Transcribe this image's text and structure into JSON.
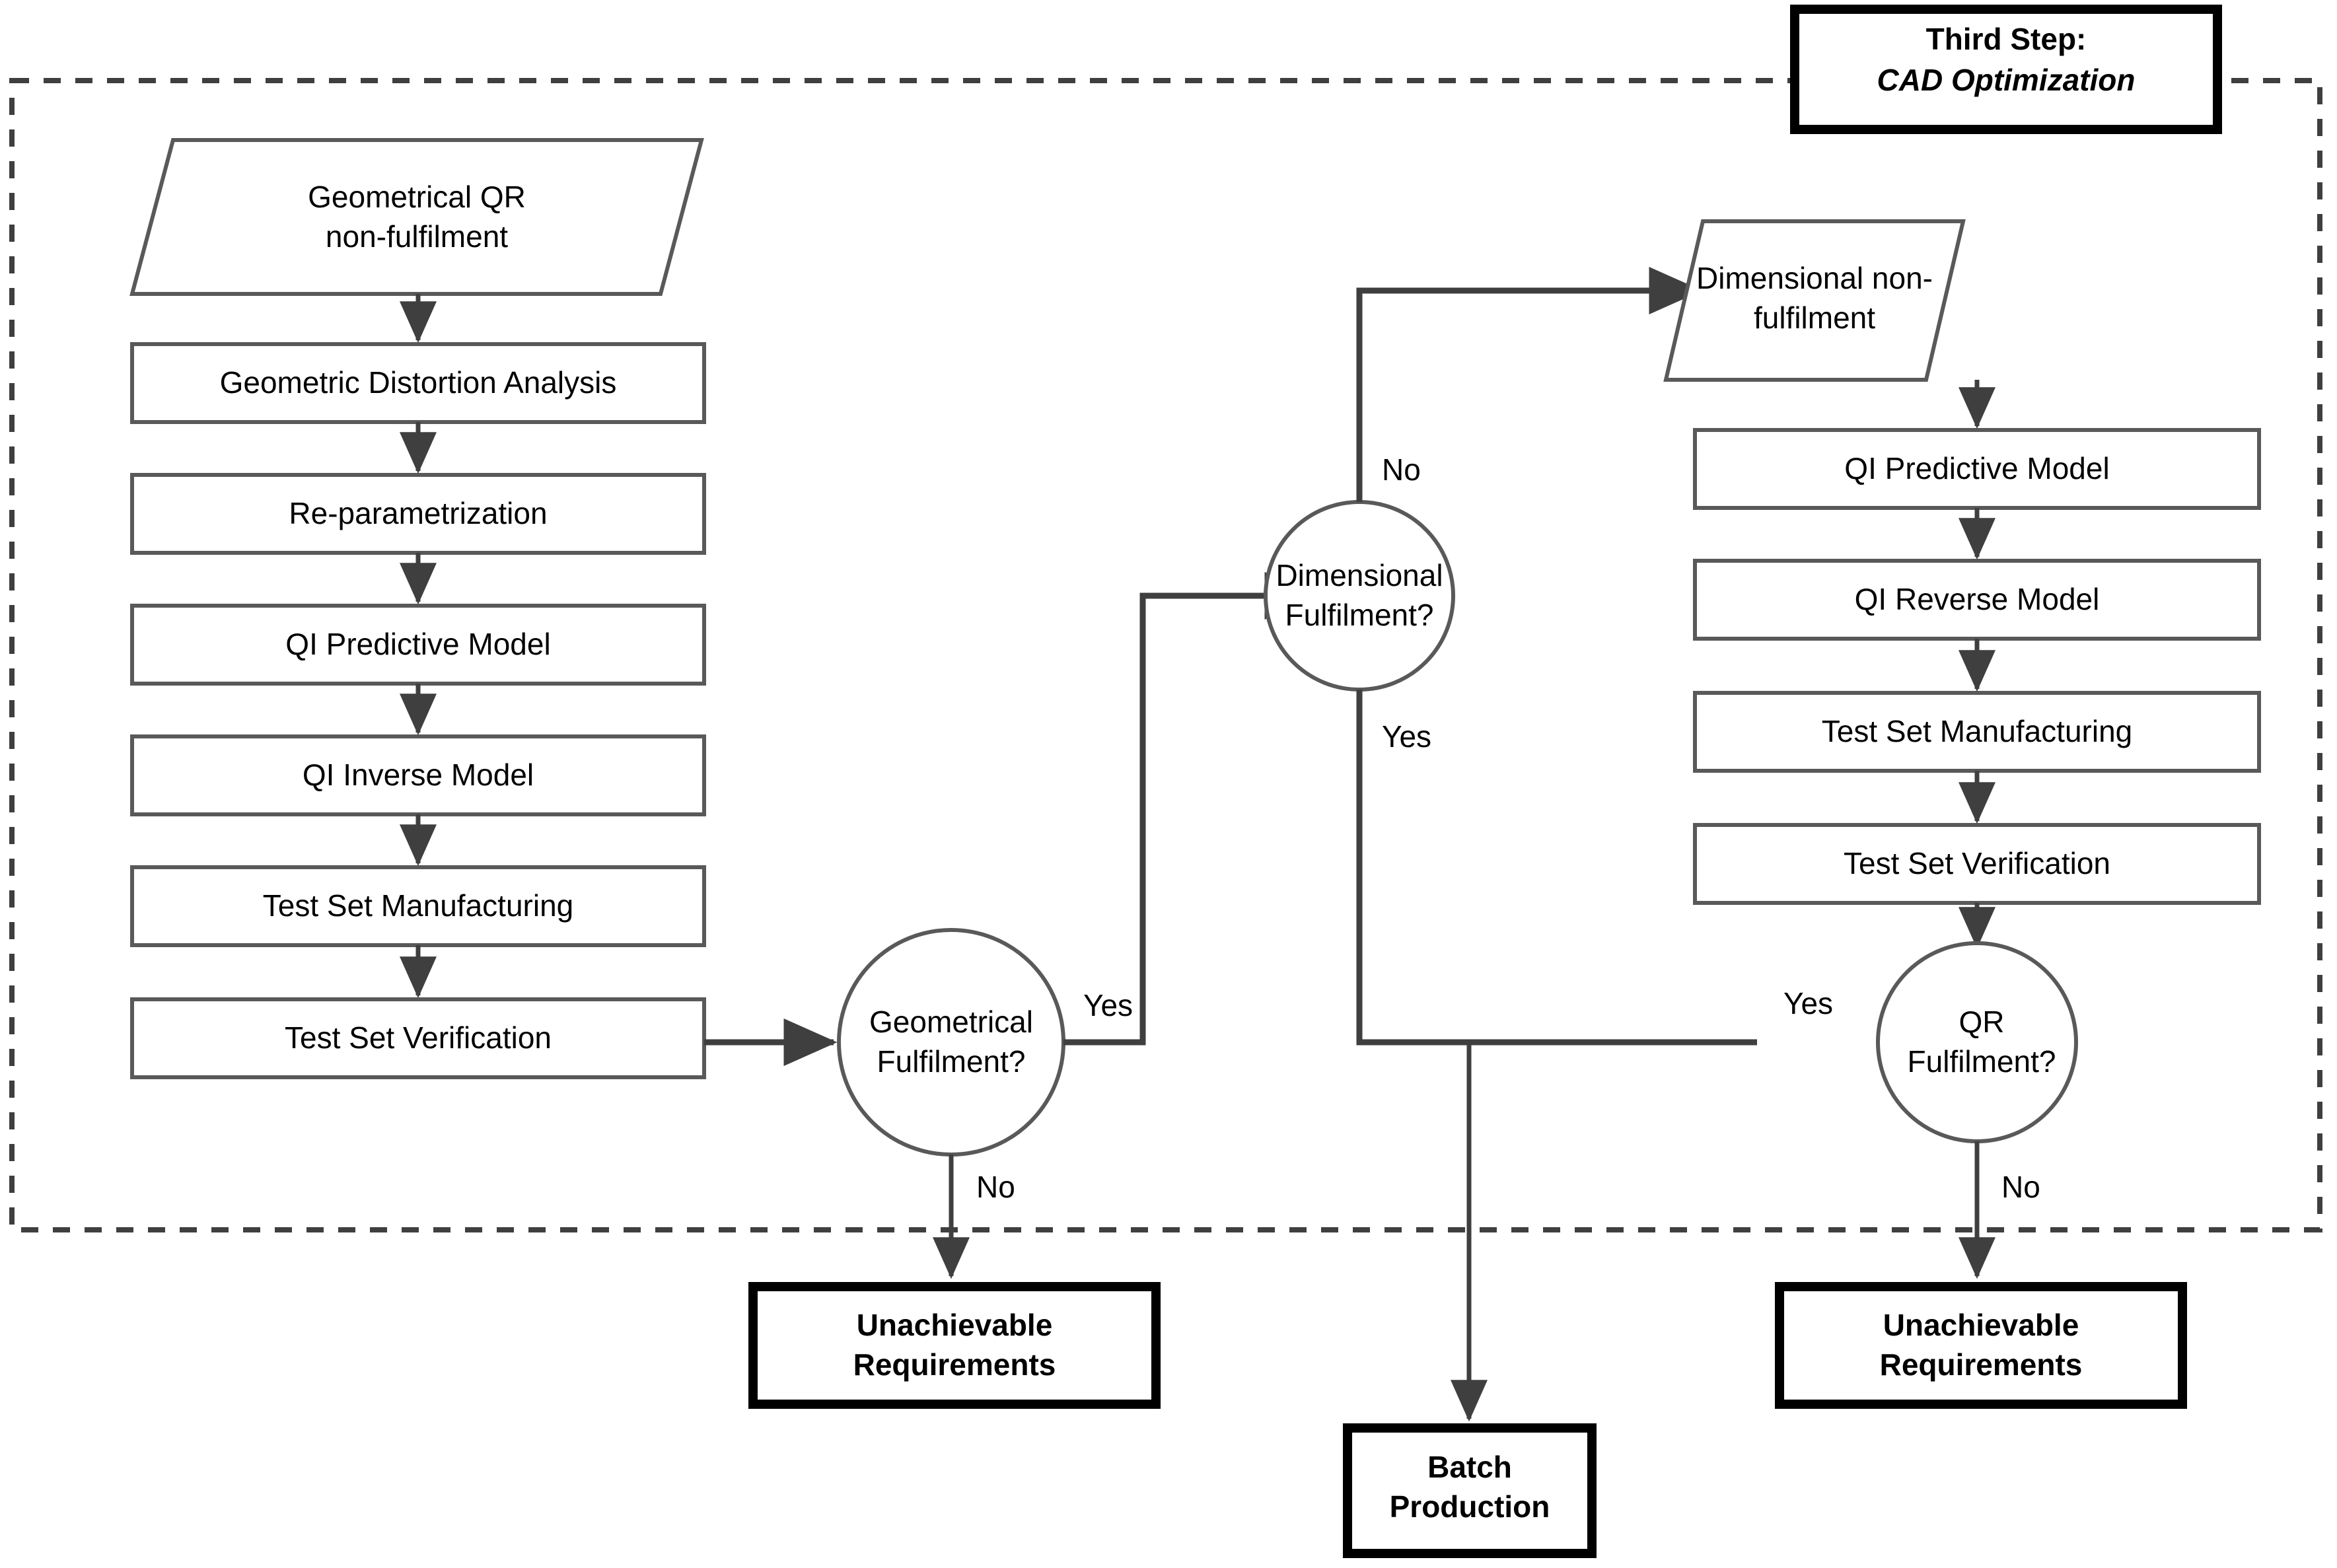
{
  "diagram": {
    "title_box": {
      "line1": "Third Step:",
      "line2": "CAD Optimization"
    },
    "left_branch": {
      "start": "Geometrical QR\nnon-fulfilment",
      "steps": [
        "Geometric Distortion Analysis",
        "Re-parametrization",
        "QI Predictive Model",
        "QI Inverse Model",
        "Test Set Manufacturing",
        "Test Set Verification"
      ],
      "decision": "Geometrical\nFulfilment?",
      "decision_yes": "Yes",
      "decision_no": "No",
      "terminal": "Unachievable\nRequirements"
    },
    "middle_branch": {
      "decision": "Dimensional\nFulfilment?",
      "decision_no": "No",
      "decision_yes": "Yes",
      "terminal": "Batch\nProduction"
    },
    "right_branch": {
      "start": "Dimensional non-\nfulfilment",
      "steps": [
        "QI Predictive Model",
        "QI Reverse Model",
        "Test Set Manufacturing",
        "Test Set Verification"
      ],
      "decision": "QR\nFulfilment?",
      "decision_yes": "Yes",
      "decision_no": "No",
      "terminal": "Unachievable\nRequirements"
    },
    "colors": {
      "shape_stroke": "#595959",
      "bold_stroke": "#000000",
      "connector": "#3f3f3f",
      "background": "#ffffff"
    }
  }
}
